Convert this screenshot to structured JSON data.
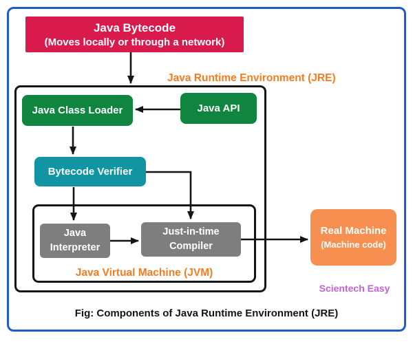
{
  "caption": "Fig: Components of Java Runtime Environment (JRE)",
  "watermark": "Scientech Easy",
  "labels": {
    "jre": "Java Runtime Environment (JRE)",
    "jvm": "Java Virtual Machine (JVM)"
  },
  "nodes": {
    "java_bytecode": {
      "title": "Java Bytecode",
      "subtitle": "(Moves locally or through a network)",
      "color": "#D81A4D"
    },
    "java_class_loader": {
      "label": "Java Class Loader",
      "color": "#0F8540"
    },
    "java_api": {
      "label": "Java API",
      "color": "#0F8540"
    },
    "bytecode_verifier": {
      "label": "Bytecode Verifier",
      "color": "#1195A3"
    },
    "java_interpreter": {
      "line1": "Java",
      "line2": "Interpreter",
      "color": "#7E7E7E"
    },
    "jit_compiler": {
      "line1": "Just-in-time",
      "line2": "Compiler",
      "color": "#7E7E7E"
    },
    "real_machine": {
      "title": "Real Machine",
      "subtitle": "(Machine code)",
      "color": "#F78F50"
    }
  },
  "colors": {
    "orange_label_text": "#F67C20",
    "watermark_purple": "#C560D2",
    "outer_border_blue": "#1E5CC8",
    "connector_black": "#141414",
    "text_white": "#FFFFFF"
  }
}
